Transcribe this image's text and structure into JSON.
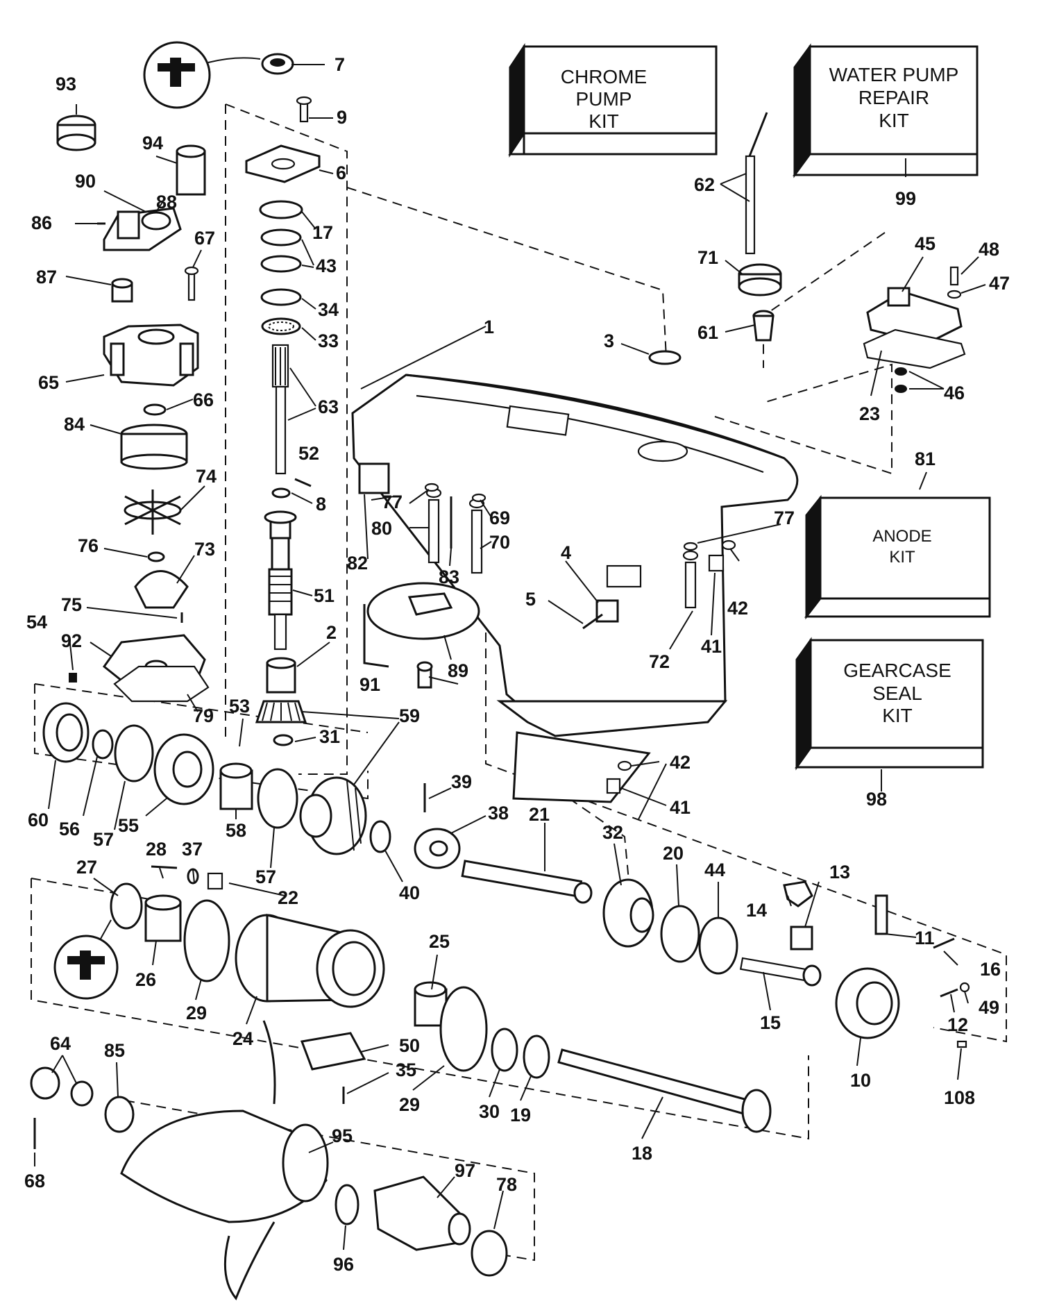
{
  "kits": [
    {
      "id": "chrome-pump",
      "lines": [
        "CHROME",
        "PUMP",
        "KIT"
      ]
    },
    {
      "id": "water-pump",
      "lines": [
        "WATER PUMP",
        "REPAIR",
        "KIT"
      ]
    },
    {
      "id": "anode",
      "lines": [
        "ANODE",
        "KIT"
      ]
    },
    {
      "id": "gearcase-seal",
      "lines": [
        "GEARCASE",
        "SEAL",
        "KIT"
      ]
    }
  ],
  "callouts": {
    "c1": "1",
    "c2": "2",
    "c3": "3",
    "c4": "4",
    "c5": "5",
    "c6": "6",
    "c7": "7",
    "c8": "8",
    "c9": "9",
    "c10": "10",
    "c11": "11",
    "c12": "12",
    "c13": "13",
    "c14": "14",
    "c15": "15",
    "c16": "16",
    "c17": "17",
    "c18": "18",
    "c19": "19",
    "c20": "20",
    "c21": "21",
    "c22": "22",
    "c23": "23",
    "c24": "24",
    "c25": "25",
    "c26": "26",
    "c27": "27",
    "c28": "28",
    "c29a": "29",
    "c29b": "29",
    "c30": "30",
    "c31": "31",
    "c32": "32",
    "c33": "33",
    "c34": "34",
    "c35": "35",
    "c37": "37",
    "c38": "38",
    "c39": "39",
    "c40": "40",
    "c41a": "41",
    "c41b": "41",
    "c42a": "42",
    "c42b": "42",
    "c43": "43",
    "c44": "44",
    "c45": "45",
    "c46": "46",
    "c47": "47",
    "c48": "48",
    "c49": "49",
    "c50": "50",
    "c51": "51",
    "c52": "52",
    "c53": "53",
    "c54": "54",
    "c55": "55",
    "c56": "56",
    "c57a": "57",
    "c57b": "57",
    "c58": "58",
    "c59": "59",
    "c60": "60",
    "c61": "61",
    "c62": "62",
    "c63": "63",
    "c64": "64",
    "c65": "65",
    "c66": "66",
    "c67": "67",
    "c68": "68",
    "c69": "69",
    "c70": "70",
    "c71": "71",
    "c72": "72",
    "c73": "73",
    "c74": "74",
    "c75": "75",
    "c76": "76",
    "c77a": "77",
    "c77b": "77",
    "c78": "78",
    "c79": "79",
    "c80": "80",
    "c81": "81",
    "c82": "82",
    "c83": "83",
    "c84": "84",
    "c85": "85",
    "c86": "86",
    "c87": "87",
    "c88": "88",
    "c89": "89",
    "c90": "90",
    "c91": "91",
    "c92": "92",
    "c93": "93",
    "c94": "94",
    "c95": "95",
    "c96": "96",
    "c97": "97",
    "c98": "98",
    "c99": "99",
    "c108": "108"
  }
}
